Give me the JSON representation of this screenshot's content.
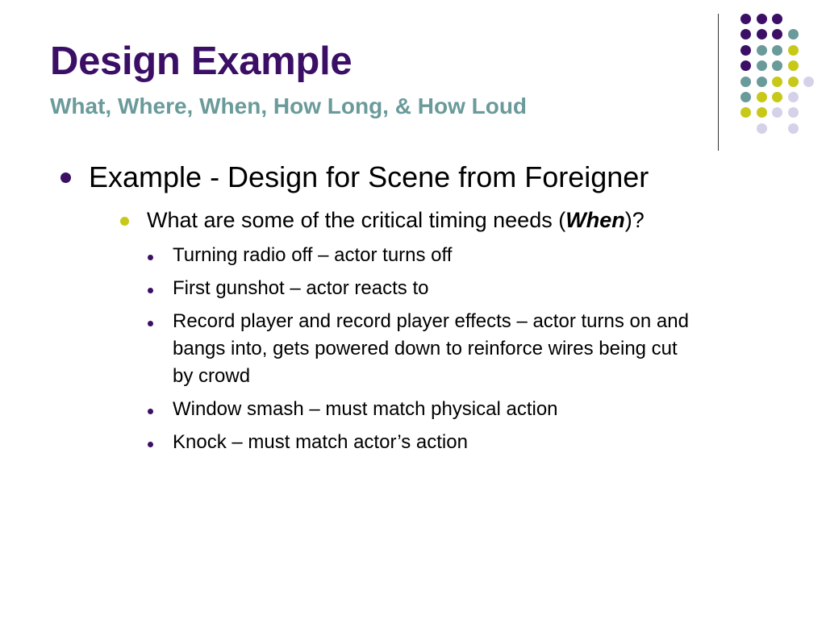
{
  "slide": {
    "title": "Design Example",
    "subtitle": "What, Where, When, How Long, & How Loud"
  },
  "colors": {
    "title": "#3b0f66",
    "subtitle": "#6a9a9a",
    "purple": "#3b0f66",
    "teal": "#6a9a9a",
    "yellow": "#c8c819",
    "lavender": "#d4d2e8"
  },
  "decoration": {
    "dot_grid": [
      [
        "",
        "purple",
        "purple",
        "purple",
        ""
      ],
      [
        "",
        "purple",
        "purple",
        "purple",
        "teal"
      ],
      [
        "",
        "purple",
        "teal",
        "teal",
        "yellow"
      ],
      [
        "",
        "purple",
        "teal",
        "teal",
        "yellow"
      ],
      [
        "",
        "teal",
        "teal",
        "yellow",
        "yellow",
        "lavender"
      ],
      [
        "",
        "teal",
        "yellow",
        "yellow",
        "lavender"
      ],
      [
        "",
        "yellow",
        "yellow",
        "lavender",
        "lavender"
      ],
      [
        "",
        "",
        "lavender",
        "",
        "lavender"
      ]
    ]
  },
  "content": {
    "level1": "Example - Design for Scene from Foreigner",
    "level2": {
      "before": "What are some of the critical timing needs (",
      "emphasis": "When",
      "after": ")?"
    },
    "items": [
      {
        "lines": [
          "Turning radio off – actor turns off"
        ]
      },
      {
        "lines": [
          "First gunshot – actor reacts to"
        ]
      },
      {
        "lines": [
          "Record player and record player effects – actor turns on and",
          "bangs into, gets powered down to reinforce wires being cut",
          "by crowd"
        ]
      },
      {
        "lines": [
          "Window smash – must match physical action"
        ]
      },
      {
        "lines": [
          "Knock – must match actor’s action"
        ]
      }
    ]
  }
}
